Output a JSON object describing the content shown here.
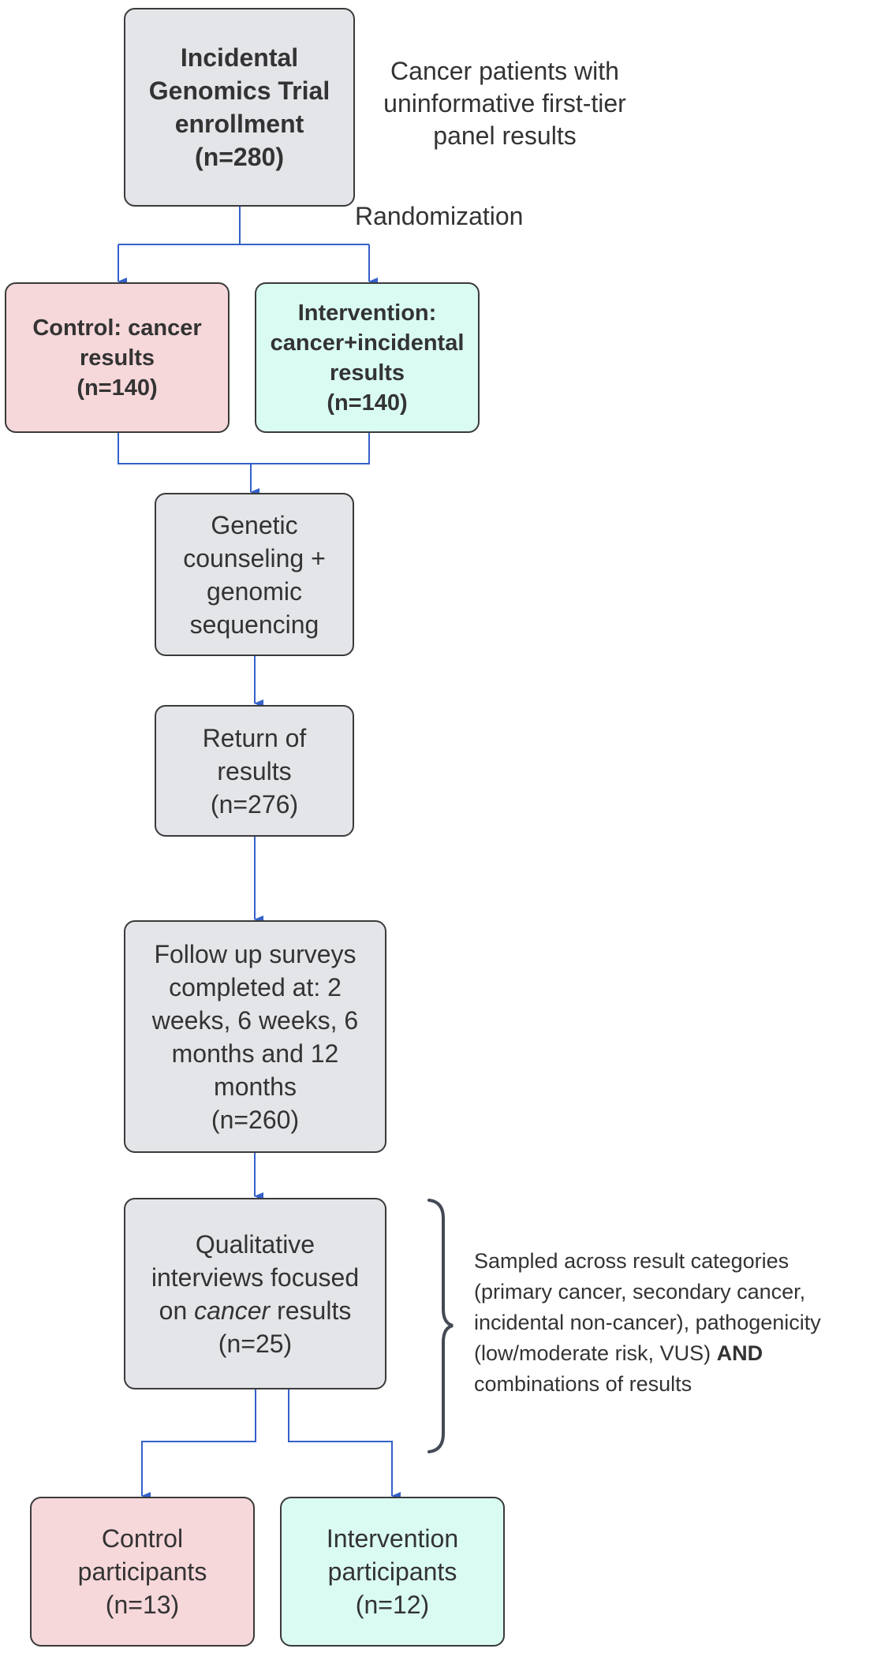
{
  "colors": {
    "connector": "#3461c9",
    "grey_box": "#e4e5e9",
    "control_box": "#f6d7da",
    "intervention_box": "#d9fbf2",
    "border": "#3a3a3a"
  },
  "enrollment": {
    "lines": [
      "Incidental",
      "Genomics Trial",
      "enrollment",
      "(n=280)"
    ]
  },
  "enrollment_note": {
    "lines": [
      "Cancer patients with",
      "uninformative first-tier",
      "panel results"
    ]
  },
  "randomization_label": "Randomization",
  "control_arm": {
    "lines": [
      "Control: cancer",
      "results",
      "(n=140)"
    ]
  },
  "intervention_arm": {
    "lines": [
      "Intervention:",
      "cancer+incidental",
      "results",
      "(n=140)"
    ]
  },
  "counseling": {
    "lines": [
      "Genetic",
      "counseling +",
      "genomic",
      "sequencing"
    ]
  },
  "return_results": {
    "lines": [
      "Return of",
      "results",
      "(n=276)"
    ]
  },
  "surveys": {
    "lines": [
      "Follow up surveys",
      "completed at: 2",
      "weeks, 6 weeks, 6",
      "months and 12",
      "months",
      "(n=260)"
    ]
  },
  "interviews": {
    "line1": "Qualitative",
    "line2": "interviews focused",
    "line3_prefix": "on ",
    "line3_em": "cancer",
    "line3_suffix": " results",
    "line4": "(n=25)"
  },
  "sampling_note": {
    "lines": [
      "Sampled across result categories",
      "(primary cancer, secondary cancer,",
      "incidental non-cancer), pathogenicity"
    ],
    "line4_pre": "(low/moderate risk, VUS) ",
    "line4_bold": "AND",
    "line5": "combinations of results"
  },
  "control_participants": {
    "lines": [
      "Control",
      "participants",
      "(n=13)"
    ]
  },
  "intervention_participants": {
    "lines": [
      "Intervention",
      "participants",
      "(n=12)"
    ]
  }
}
